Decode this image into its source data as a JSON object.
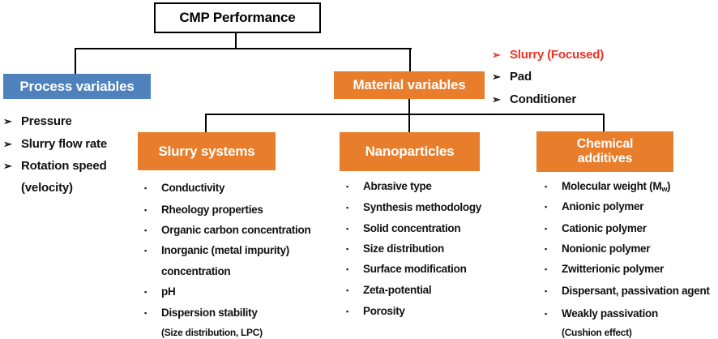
{
  "bullets": {
    "arrow": "➢",
    "square": "▪"
  },
  "colors": {
    "blue": "#4F81BD",
    "orange": "#E87D2B",
    "red": "#EE3124",
    "line": "#000000"
  },
  "root": {
    "label": "CMP Performance"
  },
  "process": {
    "label": "Process variables",
    "items": [
      {
        "text": "Pressure"
      },
      {
        "text": "Slurry flow rate"
      },
      {
        "text": "Rotation speed",
        "line2": "(velocity)"
      }
    ]
  },
  "material": {
    "label": "Material variables"
  },
  "focus_list": [
    {
      "text": "Slurry (Focused)",
      "highlighted": "true"
    },
    {
      "text": "Pad"
    },
    {
      "text": "Conditioner"
    }
  ],
  "columns": [
    {
      "label": "Slurry systems",
      "items": [
        {
          "text": "Conductivity"
        },
        {
          "text": "Rheology properties"
        },
        {
          "text": "Organic carbon concentration"
        },
        {
          "text": "Inorganic (metal impurity)",
          "line2": "concentration"
        },
        {
          "text": "pH"
        },
        {
          "text": "Dispersion stability",
          "line2": "(Size distribution, LPC)"
        }
      ]
    },
    {
      "label": "Nanoparticles",
      "items": [
        {
          "text": "Abrasive type"
        },
        {
          "text": "Synthesis methodology"
        },
        {
          "text": "Solid concentration"
        },
        {
          "text": "Size distribution"
        },
        {
          "text": "Surface modification"
        },
        {
          "text": "Zeta-potential"
        },
        {
          "text": "Porosity"
        }
      ]
    },
    {
      "label_line1": "Chemical",
      "label_line2": "additives",
      "items": [
        {
          "pre": "Molecular weight (M",
          "sub": "w",
          "post": ")"
        },
        {
          "text": "Anionic polymer"
        },
        {
          "text": "Cationic polymer"
        },
        {
          "text": "Nonionic polymer"
        },
        {
          "text": "Zwitterionic polymer"
        },
        {
          "text": "Dispersant, passivation agent"
        },
        {
          "text": "Weakly passivation",
          "line2": "(Cushion effect)"
        }
      ]
    }
  ]
}
